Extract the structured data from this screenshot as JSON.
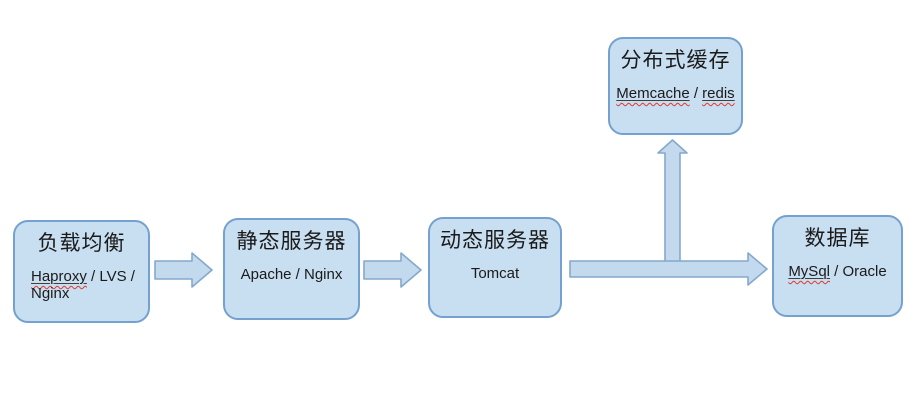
{
  "diagram": {
    "nodes": [
      {
        "title": "负载均衡",
        "tech_flagged": "Haproxy",
        "tech_rest": " / LVS /",
        "tech_line2": "Nginx"
      },
      {
        "title": "静态服务器",
        "tech": "Apache / Nginx"
      },
      {
        "title": "动态服务器",
        "tech": "Tomcat"
      },
      {
        "title": "分布式缓存",
        "tech_flagged1": "Memcache",
        "tech_sep": " / ",
        "tech_flagged2": "redis"
      },
      {
        "title": "数据库",
        "tech_flagged": "MySql",
        "tech_rest": " / Oracle"
      }
    ],
    "connections": [
      "load-balancing -> static-server",
      "static-server -> dynamic-server",
      "dynamic-server -> database",
      "dynamic-server -> distributed-cache"
    ],
    "colors": {
      "box_fill": "#c8def1",
      "box_border": "#74a1d0",
      "arrow_fill": "#c3d9ee",
      "arrow_border": "#85a8cc",
      "squiggle": "#e0392b",
      "word_underline": "#3f3f3f",
      "text_color": "#1a1a1a",
      "bg": "#ffffff"
    }
  }
}
